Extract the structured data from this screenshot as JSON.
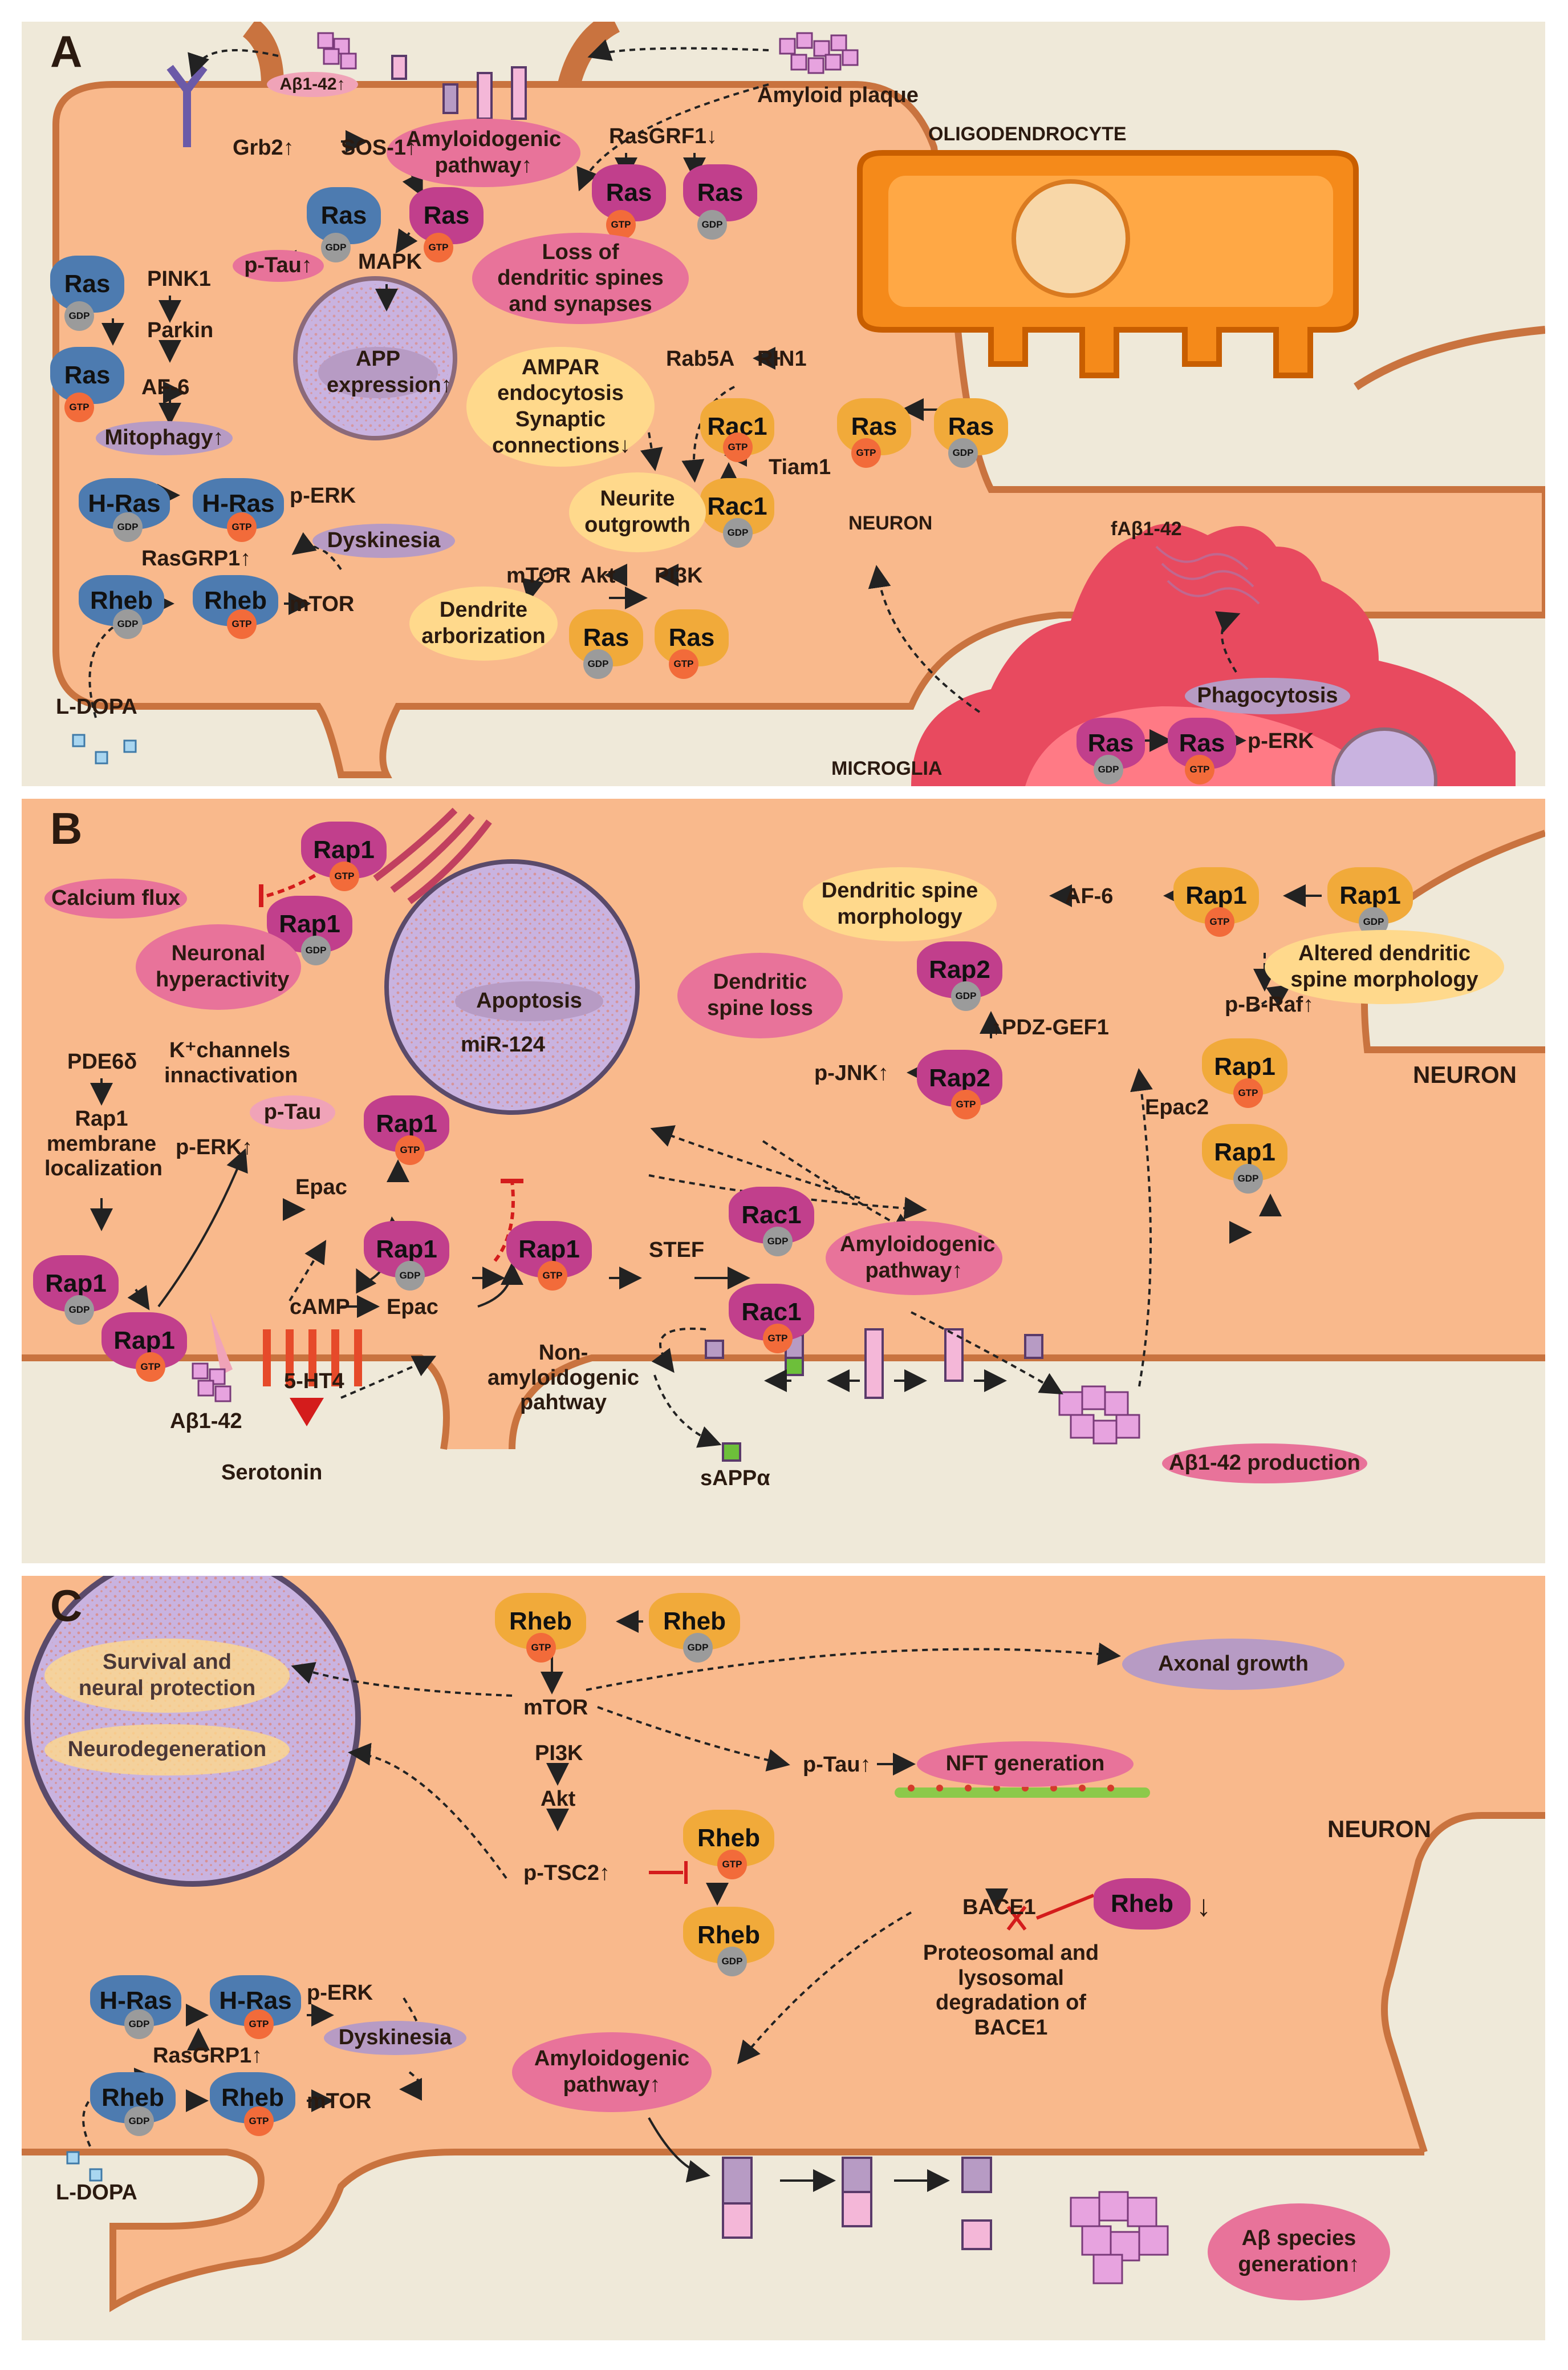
{
  "colors": {
    "cell": "#f9b98c",
    "membrane": "#c9733f",
    "panel_bg": "#efe9d9",
    "oligodendrocyte": "#f58a1a",
    "microglia": "#e84a5f",
    "nucleus": "#c9b3e0"
  },
  "nucleotides": {
    "gdp": "GDP",
    "gtp": "GTP"
  },
  "panel_a": {
    "letter": "A",
    "abeta": "Aβ1-42↑",
    "amyloid_plaque": "Amyloid plaque",
    "amyloidogenic": "Amyloidogenic pathway↑",
    "grb2": "Grb2↑",
    "sos1": "SOS-1↑",
    "rasgrf1": "RasGRF1↓",
    "oligodendrocyte": "OLIGODENDROCYTE",
    "ras": "Ras",
    "ptau": "p-Tau↑",
    "mapk": "MAPK",
    "loss_spines": "Loss of dendritic spines and synapses",
    "pink1": "PINK1",
    "parkin": "Parkin",
    "af6": "AF-6",
    "app_expression": "APP expression↑",
    "mitophagy": "Mitophagy↑",
    "ampar": "AMPAR endocytosis Synaptic connections↓",
    "rab5a": "Rab5A",
    "rin1": "RIN1",
    "rac1": "Rac1",
    "tiam1": "Tiam1",
    "neurite": "Neurite outgrowth",
    "hras": "H-Ras",
    "perk": "p-ERK",
    "rasgrp1": "RasGRP1↑",
    "dyskinesia": "Dyskinesia",
    "rheb": "Rheb",
    "mtor": "mTOR",
    "akt": "Akt",
    "pi3k": "PI3K",
    "dendrite_arbor": "Dendrite arborization",
    "ldopa": "L-DOPA",
    "neuron": "NEURON",
    "fabeta": "fAβ1-42",
    "phagocytosis": "Phagocytosis",
    "microglia": "MICROGLIA"
  },
  "panel_b": {
    "letter": "B",
    "calcium": "Calcium flux",
    "rap1": "Rap1",
    "rap2": "Rap2",
    "neuronal_hyper": "Neuronal hyperactivity",
    "apoptosis": "Apoptosis",
    "mir124": "miR-124",
    "dendritic_loss": "Dendritic spine loss",
    "dendritic_morph": "Dendritic spine morphology",
    "af6": "AF-6",
    "altered": "Altered dendritic spine morphology",
    "pbraf": "p-B-Raf↑",
    "pde6": "PDE6δ",
    "rap1_membrane": "Rap1 membrane localization",
    "kchannels": "K⁺channels innactivation",
    "perk": "p-ERK↑",
    "ptau": "p-Tau",
    "epac": "Epac",
    "epac2": "Epac2",
    "pjnk": "p-JNK↑",
    "pdzgef1": "↑PDZ-GEF1",
    "neuron": "NEURON",
    "stef": "STEF",
    "rac1": "Rac1",
    "amyloidogenic": "Amyloidogenic pathway↑",
    "camp": "cAMP",
    "non_amyloid": "Non-amyloidogenic pahtway",
    "ht4": "5-HT4",
    "abeta": "Aβ1-42",
    "serotonin": "Serotonin",
    "sappa": "sAPPα",
    "abeta_prod": "Aβ1-42 production"
  },
  "panel_c": {
    "letter": "C",
    "rheb": "Rheb",
    "mtor": "mTOR",
    "axonal": "Axonal growth",
    "survival": "Survival and neural protection",
    "neurodegen": "Neurodegeneration",
    "ptau": "p-Tau↑",
    "nft": "NFT generation",
    "pi3k": "PI3K",
    "akt": "Akt",
    "ptsc2": "p-TSC2↑",
    "neuron": "NEURON",
    "bace1": "BACE1",
    "rheb_down": "↓",
    "degradation": "Proteosomal and lysosomal degradation of BACE1",
    "hras": "H-Ras",
    "perk": "p-ERK",
    "rasgrp1": "RasGRP1↑",
    "dyskinesia": "Dyskinesia",
    "amyloidogenic": "Amyloidogenic pathway↑",
    "ldopa": "L-DOPA",
    "abeta_gen": "Aβ species generation↑"
  }
}
